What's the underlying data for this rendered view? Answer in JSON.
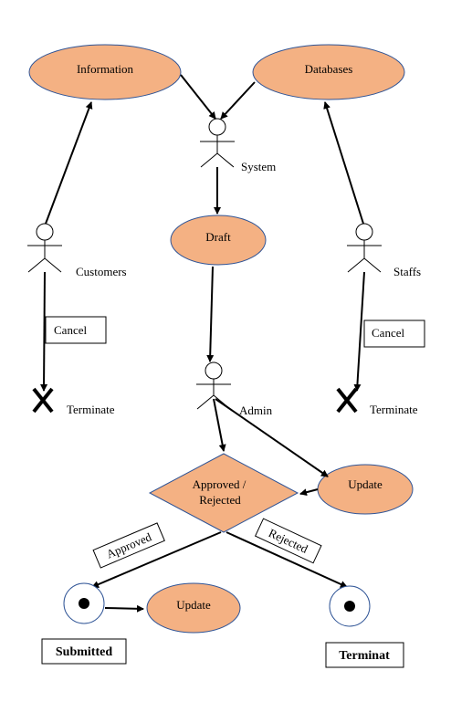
{
  "nodes": {
    "information": "Information",
    "databases": "Databases",
    "draft": "Draft",
    "decision_line1": "Approved /",
    "decision_line2": "Rejected",
    "update_admin": "Update",
    "update_submitted": "Update"
  },
  "actors": {
    "system": "System",
    "customers": "Customers",
    "staffs": "Staffs",
    "admin": "Admin"
  },
  "labels": {
    "cancel_left": "Cancel",
    "cancel_right": "Cancel",
    "terminate_left": "Terminate",
    "terminate_right": "Terminate",
    "approved": "Approved",
    "rejected": "Rejected",
    "submitted": "Submitted",
    "terminat": "Terminat"
  },
  "colors": {
    "node_fill": "#f4b183",
    "node_stroke": "#2f5496",
    "end_stroke": "#2f5496"
  }
}
